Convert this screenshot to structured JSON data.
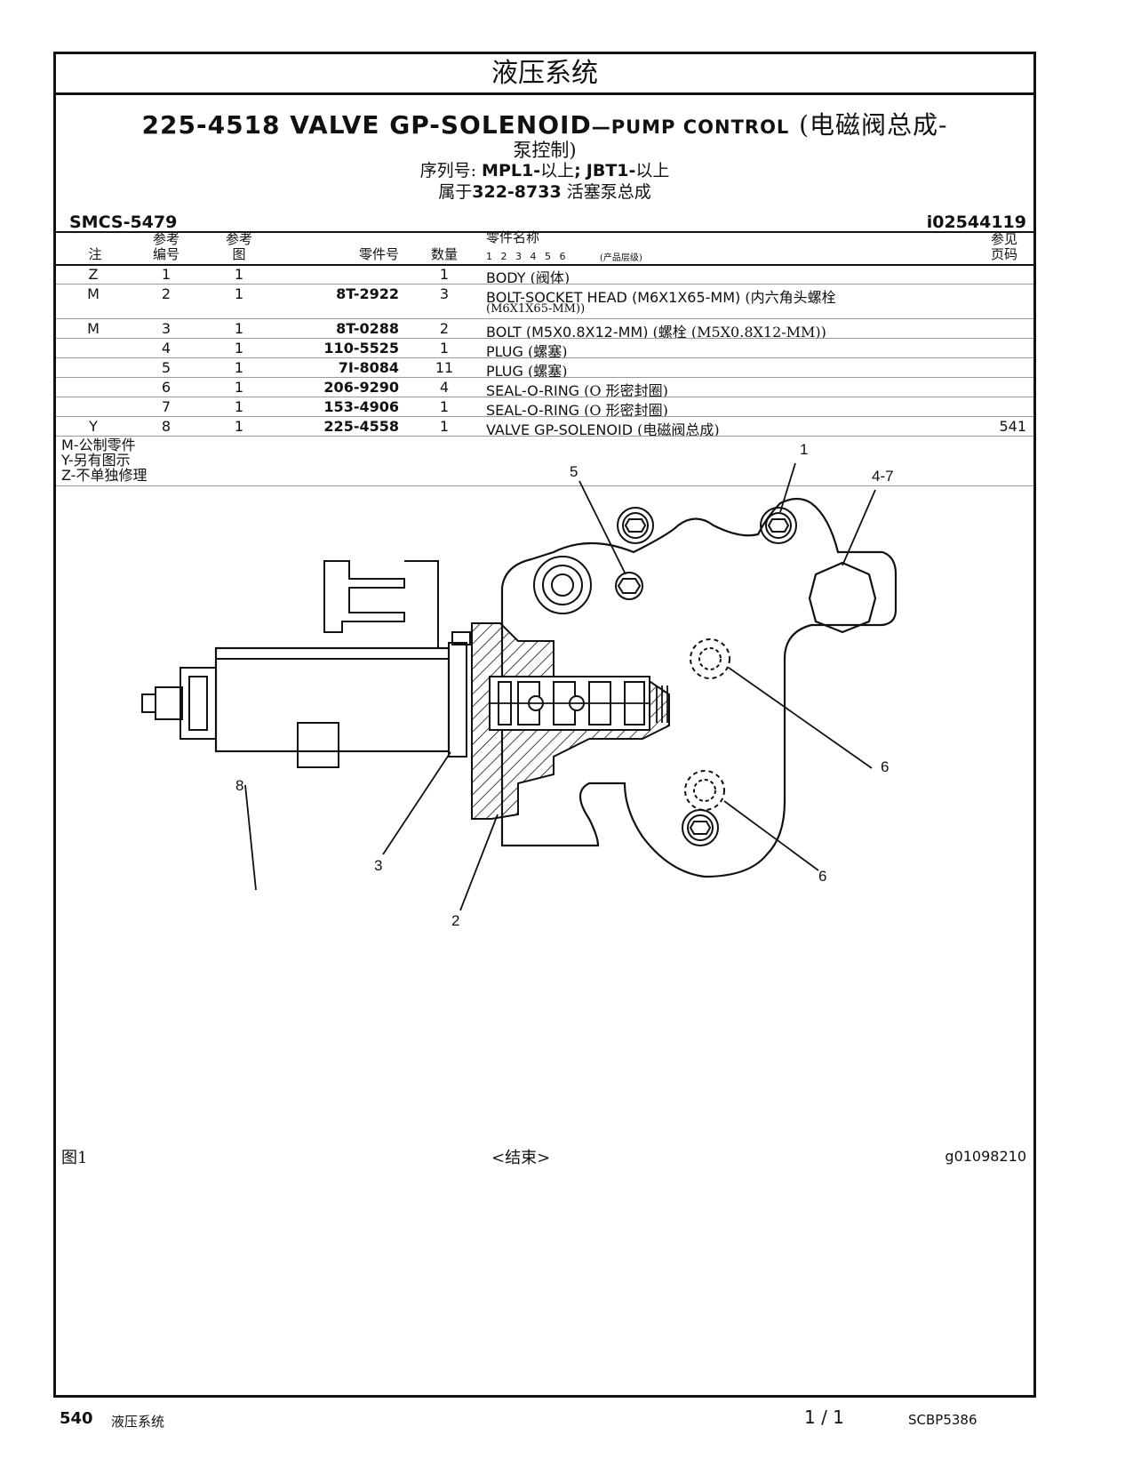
{
  "section_title": "液压系统",
  "title": {
    "part_no": "225-4518",
    "desc_main": "VALVE GP-SOLENOID",
    "desc_small": "—PUMP CONTROL",
    "cn_part1": "(电磁阀总成-",
    "cn_part2": "泵控制)"
  },
  "serial": {
    "label": "序列号:",
    "v1": "MPL1-",
    "t1": "以上",
    "sep": ";",
    "v2": "JBT1-",
    "t2": "以上"
  },
  "belongs": {
    "label": "属于",
    "part": "322-8733",
    "name": "活塞泵总成"
  },
  "smcs": "SMCS-5479",
  "illustration_id": "i02544119",
  "table": {
    "headers": {
      "note": "注",
      "ref_no_1": "参考",
      "ref_no_2": "编号",
      "ref_fig_1": "参考",
      "ref_fig_2": "图",
      "part_no": "零件号",
      "qty": "数量",
      "name": "零件名称",
      "levels": "1 2 3 4 5 6",
      "levels_note": "(产品层级)",
      "page_1": "参见",
      "page_2": "页码"
    },
    "rows": [
      {
        "note": "Z",
        "ref": "1",
        "fig": "1",
        "part": "",
        "qty": "1",
        "name_en": "BODY",
        "name_cn": "(阀体)",
        "name_cn2": "",
        "page": ""
      },
      {
        "note": "M",
        "ref": "2",
        "fig": "1",
        "part": "8T-2922",
        "qty": "3",
        "name_en": "BOLT-SOCKET HEAD (M6X1X65-MM)",
        "name_cn": "(内六角头螺栓",
        "name_cn2": "(M6X1X65-MM))",
        "page": ""
      },
      {
        "note": "M",
        "ref": "3",
        "fig": "1",
        "part": "8T-0288",
        "qty": "2",
        "name_en": "BOLT (M5X0.8X12-MM)",
        "name_cn": "(螺栓 (M5X0.8X12-MM))",
        "name_cn2": "",
        "page": ""
      },
      {
        "note": "",
        "ref": "4",
        "fig": "1",
        "part": "110-5525",
        "qty": "1",
        "name_en": "PLUG",
        "name_cn": "(螺塞)",
        "name_cn2": "",
        "page": ""
      },
      {
        "note": "",
        "ref": "5",
        "fig": "1",
        "part": "7I-8084",
        "qty": "11",
        "name_en": "PLUG",
        "name_cn": "(螺塞)",
        "name_cn2": "",
        "page": ""
      },
      {
        "note": "",
        "ref": "6",
        "fig": "1",
        "part": "206-9290",
        "qty": "4",
        "name_en": "SEAL-O-RING",
        "name_cn": "(O 形密封圈)",
        "name_cn2": "",
        "page": ""
      },
      {
        "note": "",
        "ref": "7",
        "fig": "1",
        "part": "153-4906",
        "qty": "1",
        "name_en": "SEAL-O-RING",
        "name_cn": "(O 形密封圈)",
        "name_cn2": "",
        "page": ""
      },
      {
        "note": "Y",
        "ref": "8",
        "fig": "1",
        "part": "225-4558",
        "qty": "1",
        "name_en": "VALVE GP-SOLENOID",
        "name_cn": "(电磁阀总成)",
        "name_cn2": "",
        "page": "541"
      }
    ]
  },
  "legend": [
    {
      "key": "M-",
      "text": "公制零件"
    },
    {
      "key": "Y-",
      "text": "另有图示"
    },
    {
      "key": "Z-",
      "text": "不单独修理"
    }
  ],
  "callouts": [
    "1",
    "2",
    "3",
    "4-7",
    "5",
    "6",
    "6",
    "8"
  ],
  "figure_label": "图1",
  "end_label": "<结束>",
  "graphic_id": "g01098210",
  "footer": {
    "page": "540",
    "section": "液压系统",
    "pages": "1 / 1",
    "doc": "SCBP5386"
  }
}
